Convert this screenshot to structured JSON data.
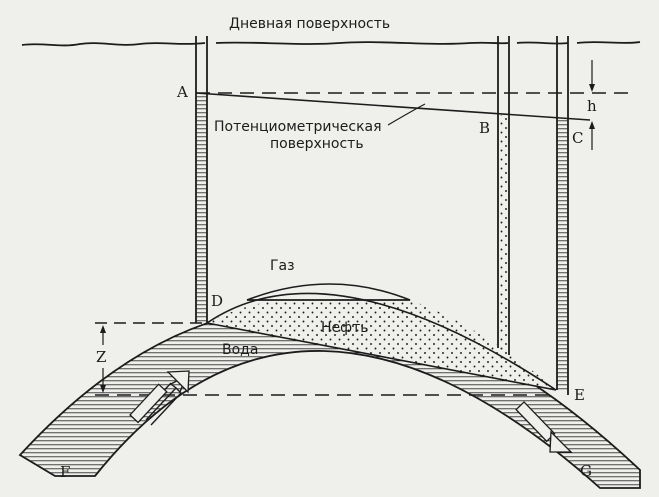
{
  "labels": {
    "surface": "Дневная поверхность",
    "potentiometric_line1": "Потенциометрическая",
    "potentiometric_line2": "поверхность",
    "gas": "Газ",
    "oil": "Нефть",
    "water": "Вода",
    "point_a": "A",
    "point_b": "B",
    "point_c": "C",
    "point_d": "D",
    "point_e": "E",
    "point_f": "F",
    "point_g": "G",
    "dim_h": "h",
    "dim_z": "Z"
  },
  "colors": {
    "ink": "#1c1c1c",
    "paper": "#efefec"
  }
}
